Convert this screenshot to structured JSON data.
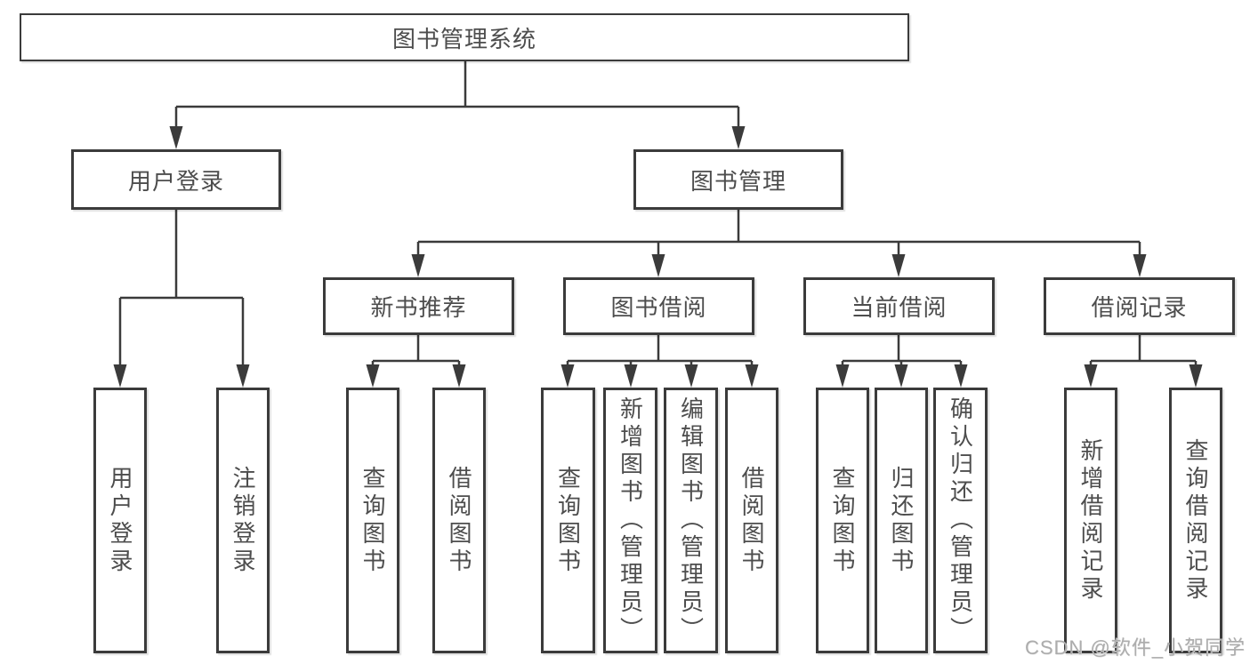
{
  "tree": {
    "root": "图书管理系统",
    "branches": [
      {
        "label": "用户登录",
        "children": [
          "用户登录",
          "注销登录"
        ]
      },
      {
        "label": "图书管理",
        "sections": [
          {
            "label": "新书推荐",
            "children": [
              "查询图书",
              "借阅图书"
            ]
          },
          {
            "label": "图书借阅",
            "children": [
              "查询图书",
              "新增图书（管理员）",
              "编辑图书（管理员）",
              "借阅图书"
            ]
          },
          {
            "label": "当前借阅",
            "children": [
              "查询图书",
              "归还图书",
              "确认归还（管理员）"
            ]
          },
          {
            "label": "借阅记录",
            "children": [
              "新增借阅记录",
              "查询借阅记录"
            ]
          }
        ]
      }
    ]
  },
  "watermark": "CSDN @软件_小贺同学",
  "colors": {
    "line": "#3b3b3b",
    "node_border": "#3b3b3b",
    "text": "#4d4d4d",
    "watermark": "#adadad",
    "background": "#ffffff"
  }
}
